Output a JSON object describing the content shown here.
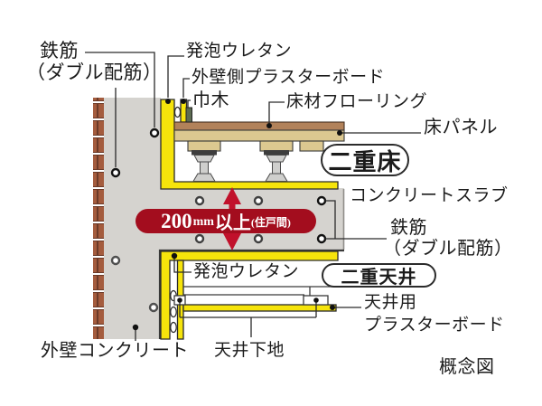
{
  "labels": {
    "rebar_left_line1": "鉄筋",
    "rebar_left_line2": "（ダブル配筋）",
    "urethane_top": "発泡ウレタン",
    "exterior_plasterboard": "外壁側プラスターボード",
    "baseboard": "巾木",
    "flooring": "床材フローリング",
    "floor_panel": "床パネル",
    "double_floor": "二重床",
    "concrete_slab": "コンクリートスラブ",
    "rebar_right_line1": "鉄筋",
    "rebar_right_line2": "（ダブル配筋）",
    "urethane_bottom": "発泡ウレタン",
    "double_ceiling": "二重天井",
    "ceiling_plasterboard_line1": "天井用",
    "ceiling_plasterboard_line2": "プラスターボード",
    "ceiling_substrate": "天井下地",
    "exterior_concrete": "外壁コンクリート",
    "caption": "概念図"
  },
  "banner": {
    "value": "200",
    "unit": "mm",
    "suffix": "以上",
    "note": "(住戸間)"
  },
  "colors": {
    "insulation_yellow": "#f6e40b",
    "banner_red": "#a30d1e",
    "arrow_red": "#c1112b",
    "concrete_gray": "#d5d3cf",
    "flooring_brown": "#b2825a",
    "panel_tan": "#dcc890",
    "brick_brown": "#a45c3e",
    "baseboard_green": "#5c6b52"
  }
}
